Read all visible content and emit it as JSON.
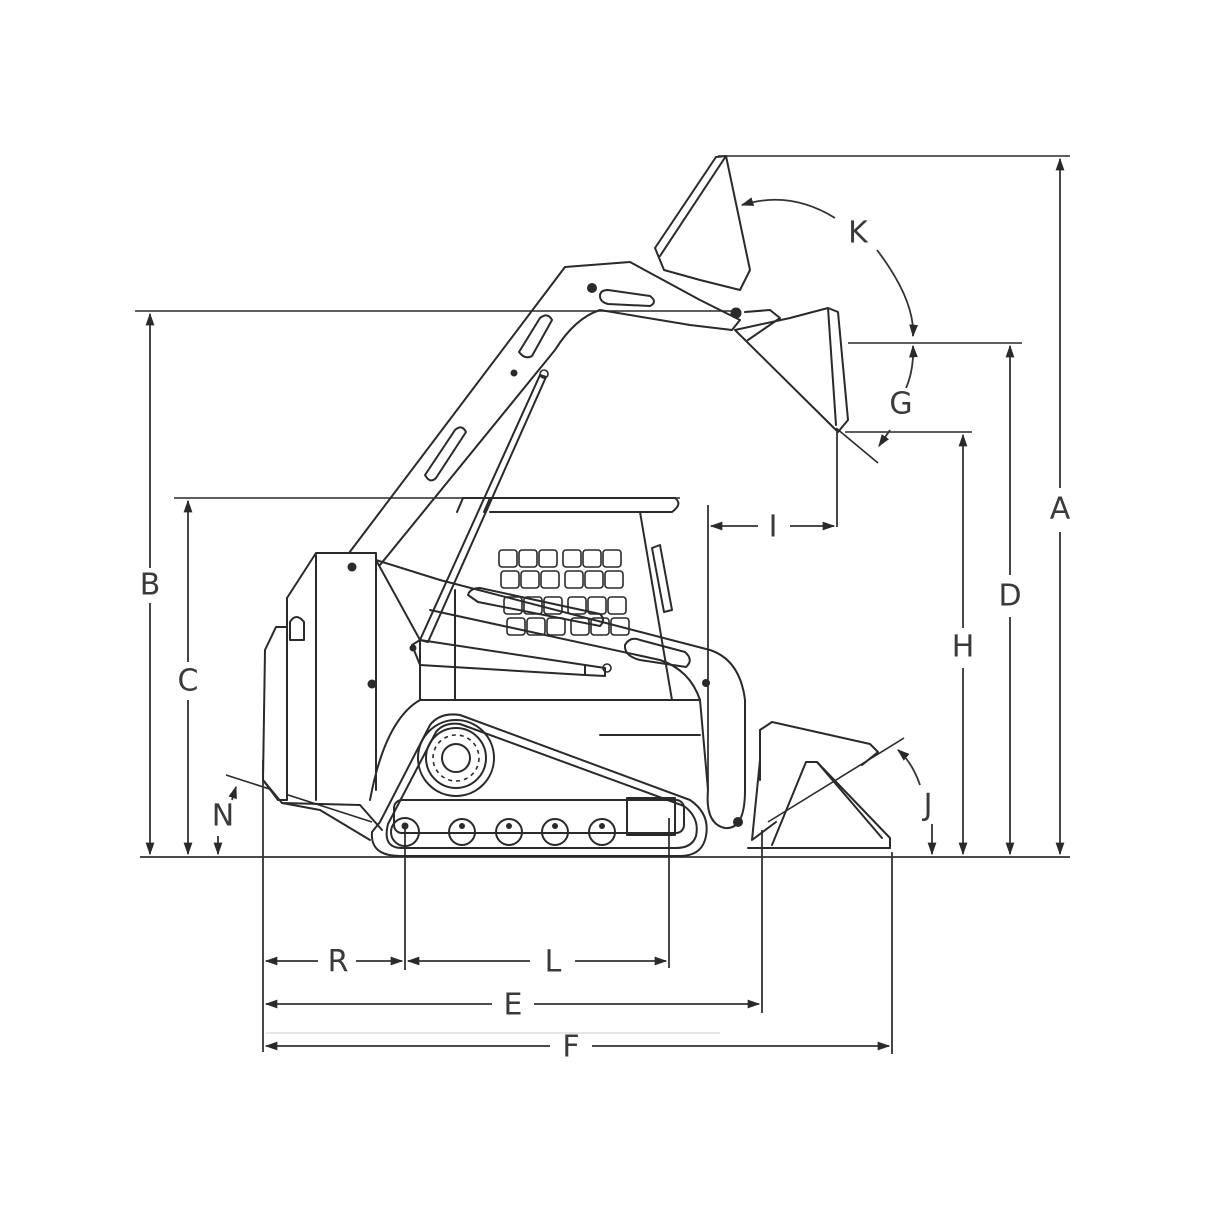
{
  "diagram": {
    "subject": "Compact track loader side-view dimension drawing",
    "colors": {
      "line": "#2a2a2a",
      "background": "#ffffff",
      "label": "#3a3a3a"
    },
    "dimension_labels": {
      "A": "A",
      "B": "B",
      "C": "C",
      "D": "D",
      "E": "E",
      "F": "F",
      "G": "G",
      "H": "H",
      "I": "I",
      "J": "J",
      "K": "K",
      "L": "L",
      "N": "N",
      "R": "R"
    }
  }
}
